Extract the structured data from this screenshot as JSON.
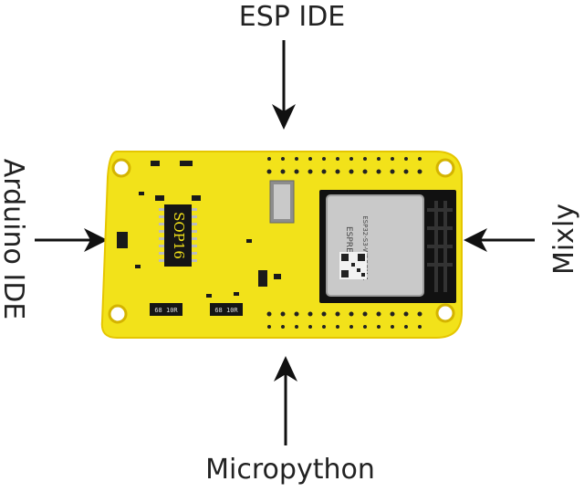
{
  "labels": {
    "top": "ESP IDE",
    "left": "Arduino IDE",
    "right": "Mixly",
    "bottom": "Micropython"
  },
  "board": {
    "chip_label": "SOP16",
    "module_brand": "ESPRESSIF",
    "module_model": "ESP32-S3-WROOM-1",
    "resistor_a": "68 10R",
    "resistor_b": "68 10R",
    "pcb_color": "#f2e21a",
    "pcb_edge": "#e5c600",
    "module_shield": "#c9c9c9",
    "antenna_color": "#111111"
  }
}
